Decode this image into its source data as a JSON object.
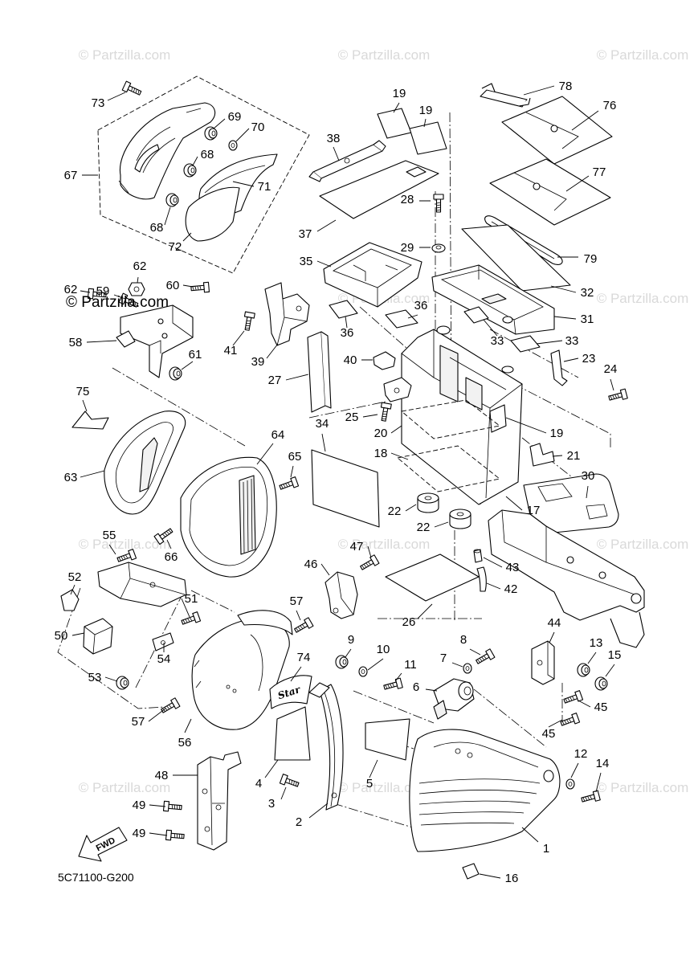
{
  "watermark": "© Partzilla.com",
  "logo_text": "© Partzilla.com",
  "diagram_code": "5C71100-G200",
  "fwd_label": "FWD",
  "emblem_text": "Star",
  "callouts": [
    "73",
    "69",
    "70",
    "68",
    "67",
    "71",
    "68",
    "72",
    "19",
    "19",
    "38",
    "37",
    "78",
    "76",
    "77",
    "28",
    "29",
    "79",
    "35",
    "32",
    "36",
    "36",
    "31",
    "33",
    "33",
    "23",
    "24",
    "62",
    "62",
    "59",
    "60",
    "58",
    "61",
    "41",
    "39",
    "40",
    "27",
    "75",
    "25",
    "20",
    "19",
    "34",
    "18",
    "21",
    "64",
    "65",
    "63",
    "30",
    "17",
    "22",
    "22",
    "55",
    "66",
    "47",
    "46",
    "43",
    "52",
    "51",
    "57",
    "42",
    "26",
    "44",
    "50",
    "8",
    "9",
    "10",
    "13",
    "15",
    "54",
    "7",
    "11",
    "74",
    "53",
    "6",
    "45",
    "57",
    "45",
    "56",
    "12",
    "14",
    "48",
    "4",
    "5",
    "3",
    "49",
    "2",
    "1",
    "49",
    "16"
  ]
}
